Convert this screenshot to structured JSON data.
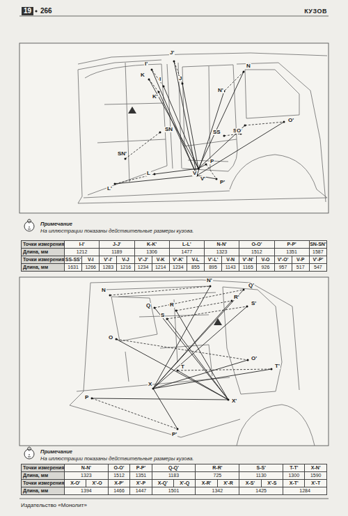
{
  "diagram": {
    "labels": [
      "19",
      "266",
      "КУЗОВ",
      "J'",
      "I'",
      "K",
      "I",
      "J",
      "K'",
      "N",
      "N'",
      "SN",
      "SN'",
      "SS",
      "SS'",
      "O",
      "O'",
      "L",
      "L'",
      "P",
      "P'",
      "V",
      "V'",
      "Примечание",
      "На иллюстрации показаны действительные размеры кузова.",
      "Точки измерения",
      "I-I'",
      "J-J'",
      "K-K'",
      "L-L'",
      "N-N'",
      "O-O'",
      "P-P'",
      "SN-SN'",
      "Длина, мм",
      "1212",
      "1189",
      "1306",
      "1477",
      "1323",
      "1512",
      "1351",
      "1587",
      "Точки измерения",
      "SS-SS'",
      "V-I",
      "V'-I'",
      "V-J",
      "V'-J'",
      "V-K",
      "V'-K'",
      "V-L",
      "V'-L'",
      "V-N",
      "V'-N'",
      "V-O",
      "V'-O'",
      "V-P",
      "V'-P'",
      "Длина, мм",
      "1631",
      "1266",
      "1283",
      "1216",
      "1234",
      "1214",
      "1234",
      "855",
      "895",
      "1143",
      "1165",
      "926",
      "957",
      "517",
      "547",
      "N",
      "N'",
      "Q",
      "Q'",
      "R",
      "R'",
      "S",
      "S'",
      "O",
      "O'",
      "T",
      "T'",
      "X",
      "X'",
      "P",
      "P'",
      "Примечание",
      "На иллюстрации показаны действительные размеры кузова.",
      "Точки измерения",
      "N-N'",
      "O-O'",
      "P-P'",
      "Q-Q'",
      "R-R'",
      "S-S'",
      "T-T'",
      "X-N'",
      "Длина, мм",
      "1323",
      "1512",
      "1351",
      "1183",
      "725",
      "1130",
      "1300",
      "1590",
      "Точки измерения",
      "X-O'",
      "X'-O",
      "X-P'",
      "X'-P",
      "X-Q'",
      "X'-Q",
      "X-R'",
      "X'-R",
      "X-S'",
      "X'-S",
      "X-T'",
      "X'-T",
      "Длина, мм",
      "1394",
      "1466",
      "1447",
      "1501",
      "1342",
      "1425",
      "1284",
      "Издательство «Монолит»"
    ]
  }
}
